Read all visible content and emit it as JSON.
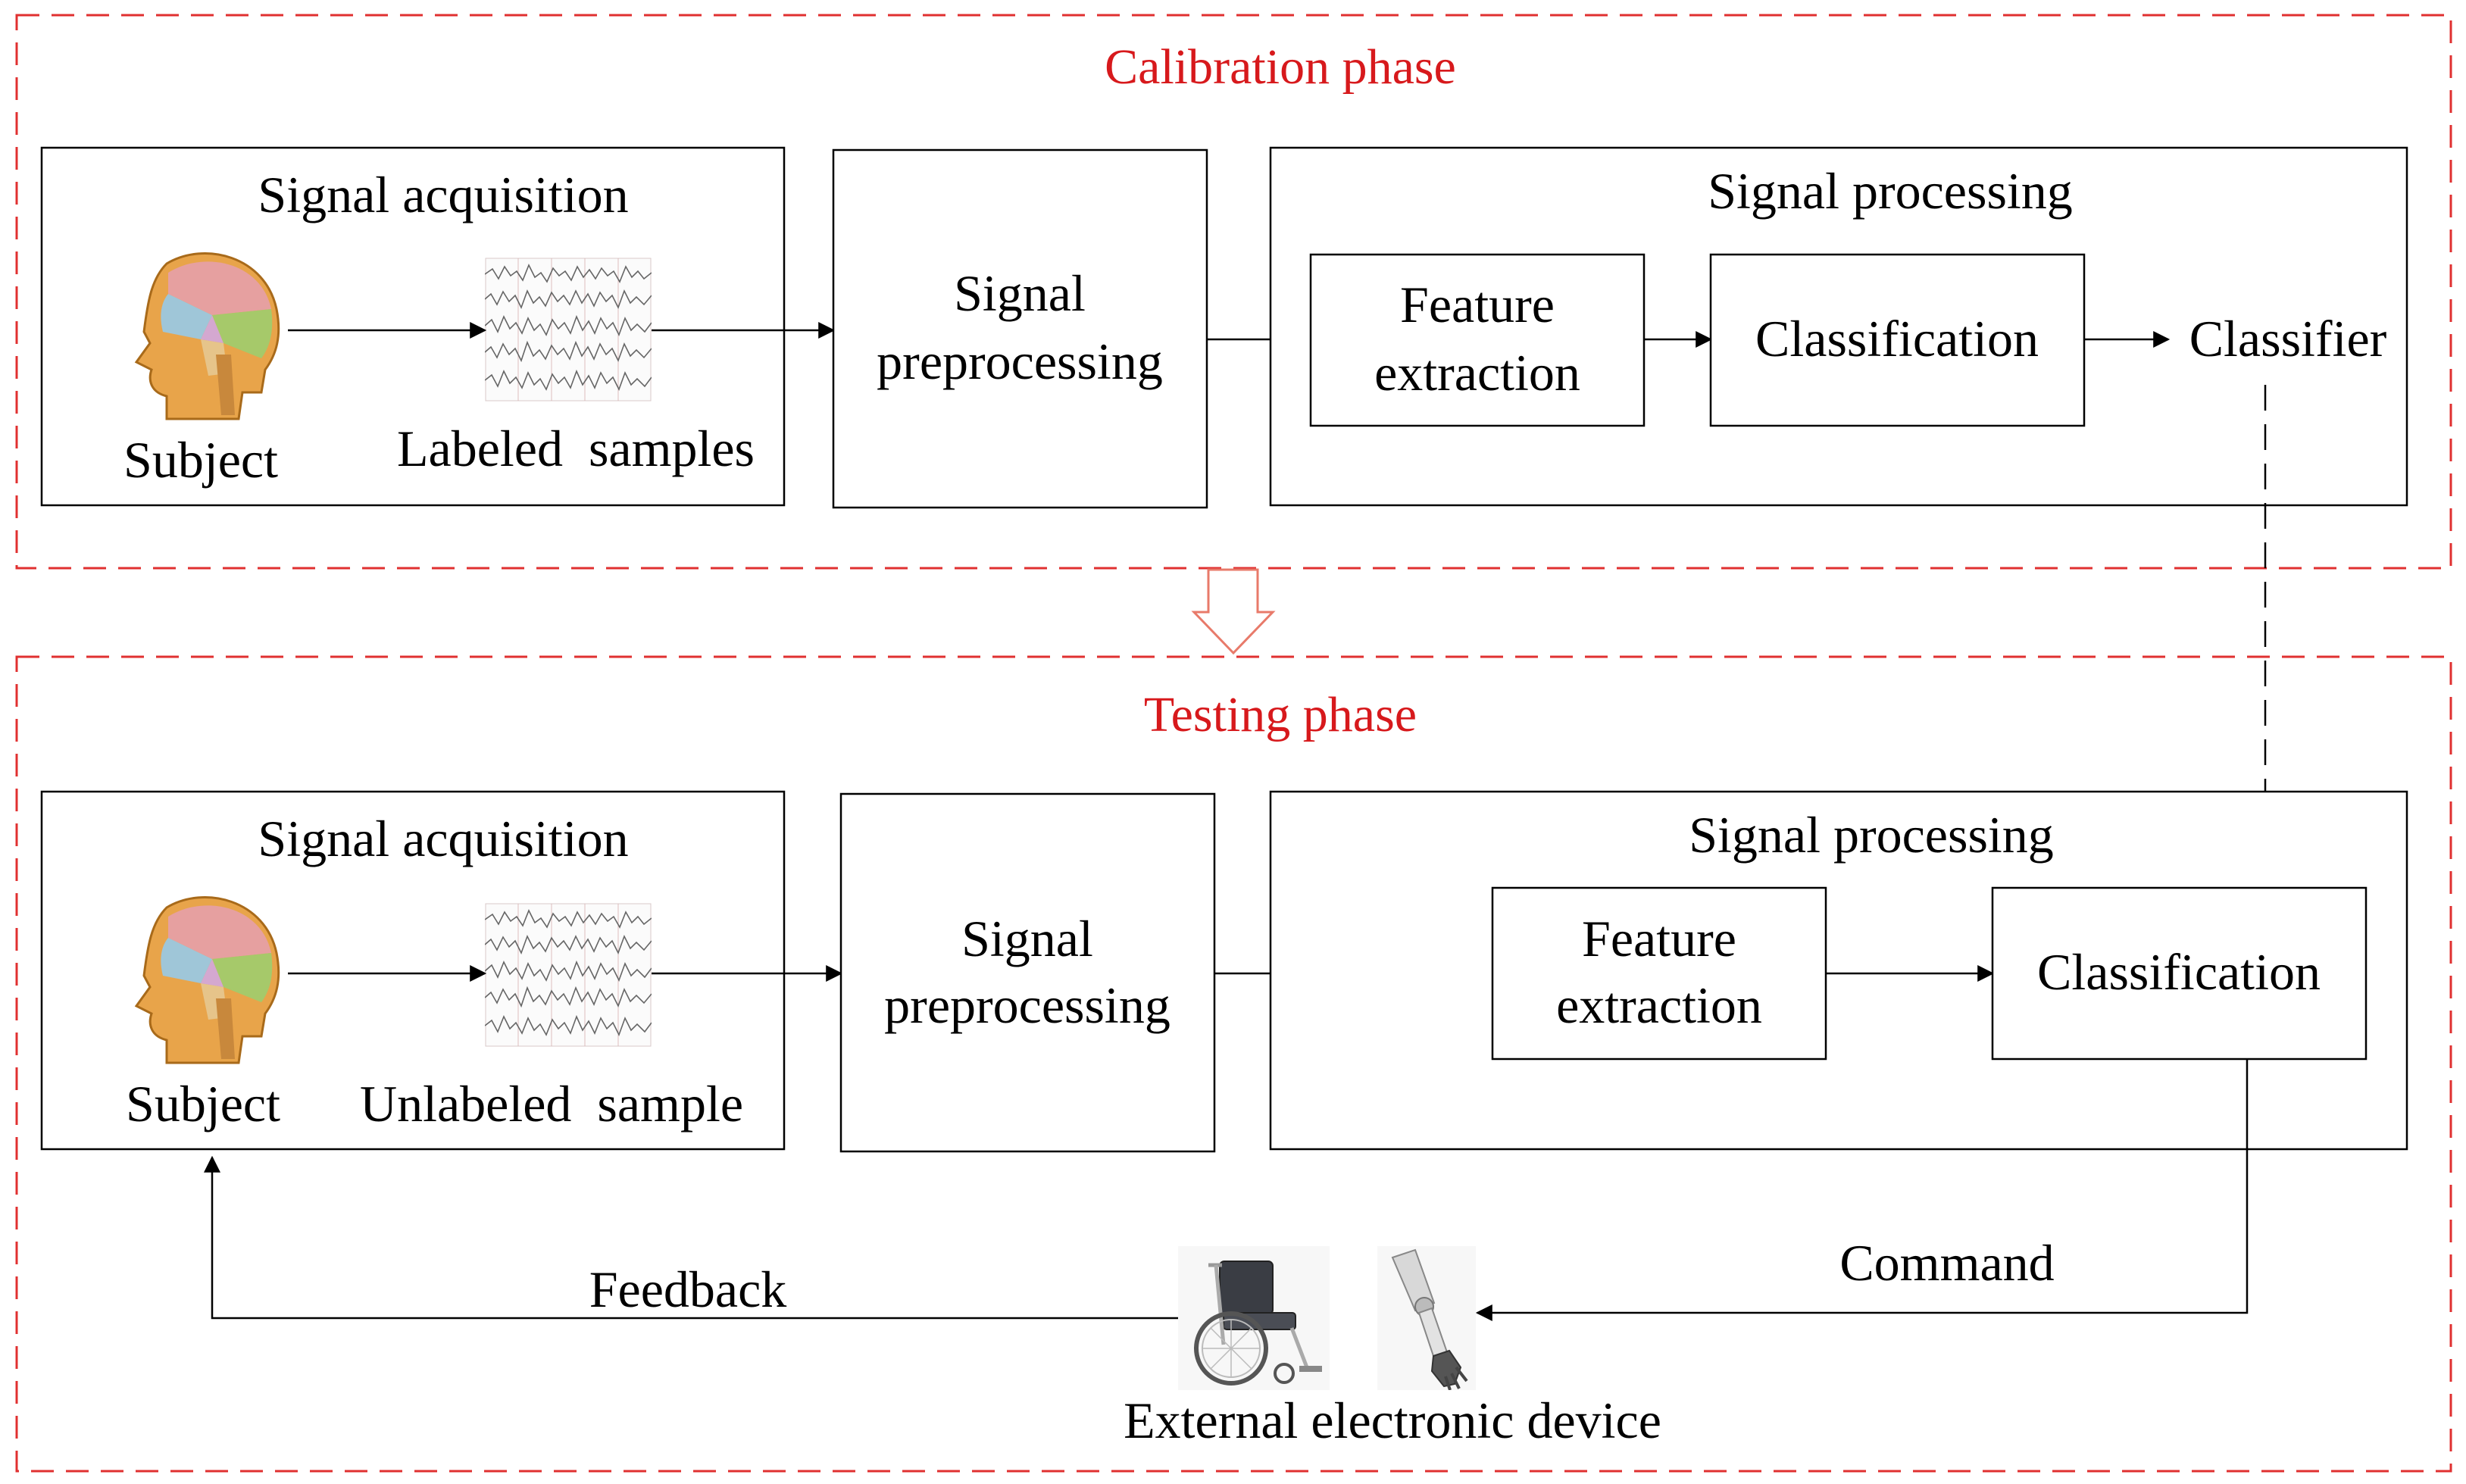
{
  "phases": {
    "calibration": {
      "title": "Calibration phase",
      "acquisition_title": "Signal acquisition",
      "subject_label": "Subject",
      "samples_label": "Labeled  samples",
      "preprocessing_line1": "Signal",
      "preprocessing_line2": "preprocessing",
      "processing_title": "Signal processing",
      "feature_line1": "Feature",
      "feature_line2": "extraction",
      "classification_label": "Classification",
      "classifier_label": "Classifier"
    },
    "testing": {
      "title": "Testing phase",
      "acquisition_title": "Signal acquisition",
      "subject_label": "Subject",
      "samples_label": "Unlabeled  sample",
      "preprocessing_line1": "Signal",
      "preprocessing_line2": "preprocessing",
      "processing_title": "Signal processing",
      "feature_line1": "Feature",
      "feature_line2": "extraction",
      "classification_label": "Classification",
      "command_label": "Command",
      "feedback_label": "Feedback",
      "device_label": "External electronic device"
    }
  },
  "icons": {
    "head": "brain-head-icon",
    "eeg": "eeg-waveform-icon",
    "wheelchair": "wheelchair-icon",
    "robotic_arm": "robotic-arm-icon",
    "phase_transition": "hollow-down-arrow-icon"
  },
  "colors": {
    "phase_title": "#d7191c",
    "phase_border": "#e03030",
    "box_stroke": "#000000"
  }
}
